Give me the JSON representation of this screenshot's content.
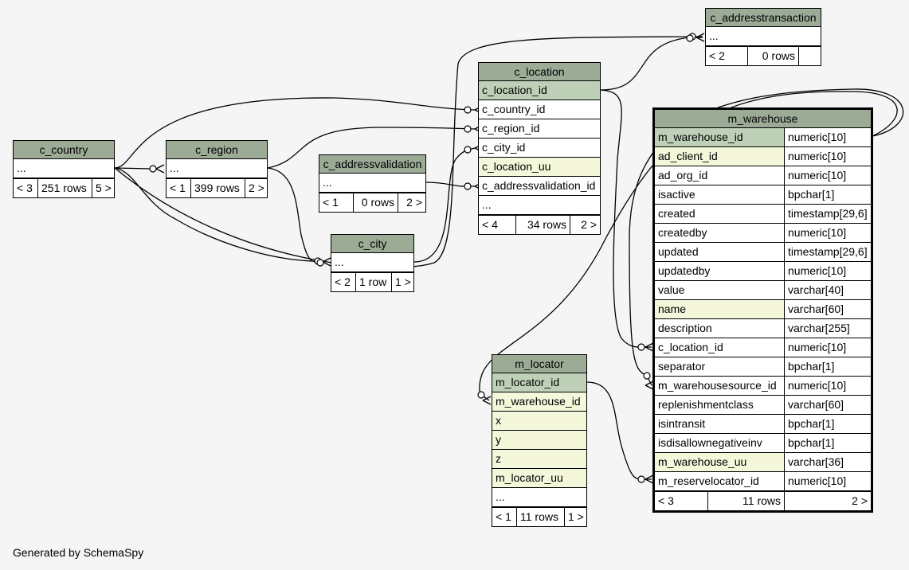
{
  "generated": "Generated by SchemaSpy",
  "tables": {
    "c_addresstransaction": {
      "name": "c_addresstransaction",
      "rows": [
        "..."
      ],
      "footer": {
        "parents": "< 2",
        "rows": "0 rows",
        "children": ""
      }
    },
    "c_location": {
      "name": "c_location",
      "rows": [
        "c_location_id",
        "c_country_id",
        "c_region_id",
        "c_city_id",
        "c_location_uu",
        "c_addressvalidation_id",
        "..."
      ],
      "footer": {
        "parents": "< 4",
        "rows": "34 rows",
        "children": "2 >"
      }
    },
    "c_country": {
      "name": "c_country",
      "rows": [
        "..."
      ],
      "footer": {
        "parents": "< 3",
        "rows": "251 rows",
        "children": "5 >"
      }
    },
    "c_region": {
      "name": "c_region",
      "rows": [
        "..."
      ],
      "footer": {
        "parents": "< 1",
        "rows": "399 rows",
        "children": "2 >"
      }
    },
    "c_addressvalidation": {
      "name": "c_addressvalidation",
      "rows": [
        "..."
      ],
      "footer": {
        "parents": "< 1",
        "rows": "0 rows",
        "children": "2 >"
      }
    },
    "c_city": {
      "name": "c_city",
      "rows": [
        "..."
      ],
      "footer": {
        "parents": "< 2",
        "rows": "1 row",
        "children": "1 >"
      }
    },
    "m_locator": {
      "name": "m_locator",
      "rows": [
        "m_locator_id",
        "m_warehouse_id",
        "x",
        "y",
        "z",
        "m_locator_uu",
        "..."
      ],
      "footer": {
        "parents": "< 1",
        "rows": "11 rows",
        "children": "1 >"
      }
    },
    "m_warehouse": {
      "name": "m_warehouse",
      "columns": [
        {
          "name": "m_warehouse_id",
          "type": "numeric[10]"
        },
        {
          "name": "ad_client_id",
          "type": "numeric[10]"
        },
        {
          "name": "ad_org_id",
          "type": "numeric[10]"
        },
        {
          "name": "isactive",
          "type": "bpchar[1]"
        },
        {
          "name": "created",
          "type": "timestamp[29,6]"
        },
        {
          "name": "createdby",
          "type": "numeric[10]"
        },
        {
          "name": "updated",
          "type": "timestamp[29,6]"
        },
        {
          "name": "updatedby",
          "type": "numeric[10]"
        },
        {
          "name": "value",
          "type": "varchar[40]"
        },
        {
          "name": "name",
          "type": "varchar[60]"
        },
        {
          "name": "description",
          "type": "varchar[255]"
        },
        {
          "name": "c_location_id",
          "type": "numeric[10]"
        },
        {
          "name": "separator",
          "type": "bpchar[1]"
        },
        {
          "name": "m_warehousesource_id",
          "type": "numeric[10]"
        },
        {
          "name": "replenishmentclass",
          "type": "varchar[60]"
        },
        {
          "name": "isintransit",
          "type": "bpchar[1]"
        },
        {
          "name": "isdisallownegativeinv",
          "type": "bpchar[1]"
        },
        {
          "name": "m_warehouse_uu",
          "type": "varchar[36]"
        },
        {
          "name": "m_reservelocator_id",
          "type": "numeric[10]"
        }
      ],
      "footer": {
        "parents": "< 3",
        "rows": "11 rows",
        "children": "2 >"
      }
    }
  }
}
